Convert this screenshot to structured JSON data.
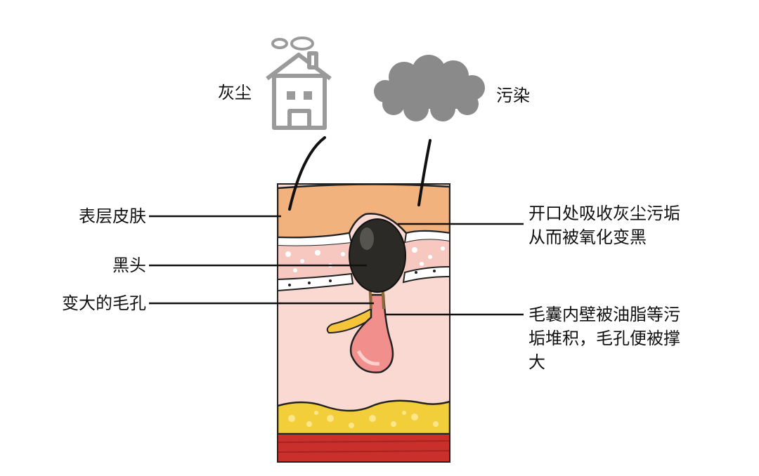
{
  "top": {
    "dust": "灰尘",
    "pollution": "污染"
  },
  "labels_left": {
    "epidermis": "表层皮肤",
    "blackhead": "黑头",
    "enlarged_pore": "变大的毛孔"
  },
  "labels_right": {
    "opening_line1": "开口处吸收灰尘污垢",
    "opening_line2": "从而被氧化变黑",
    "follicle_line1": "毛囊内壁被油脂等污",
    "follicle_line2": "垢堆积，毛孔便被撑",
    "follicle_line3": "大"
  },
  "icons": [
    "house-icon",
    "cloud-icon"
  ],
  "colors": {
    "epidermis": "#f2b27e",
    "dermis": "#f9d9d2",
    "blackhead": "#2b2a26",
    "fat": "#f2cf3a",
    "muscle": "#c9302c",
    "sebum": "#f5c43a",
    "follicle": "#f08f8c",
    "cloud": "#8a8a8a",
    "house": "#9a9a9a"
  }
}
